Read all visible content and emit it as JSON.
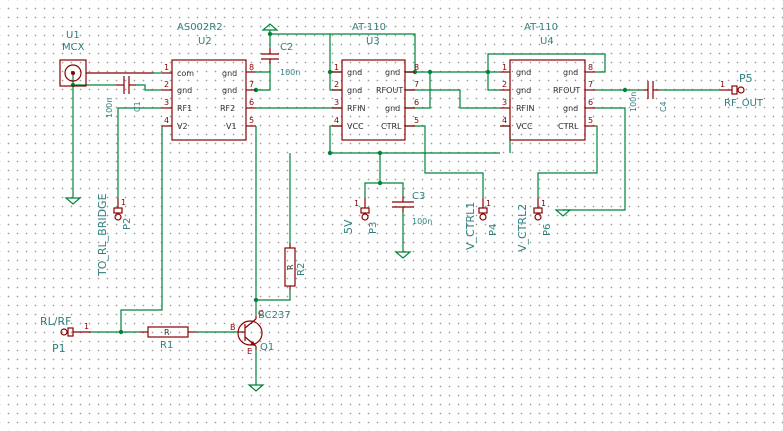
{
  "components": {
    "U1": {
      "ref": "U1",
      "value": "MCX"
    },
    "U2": {
      "ref": "U2",
      "value": "AS002R2",
      "pins": {
        "p1": "1",
        "p2": "2",
        "p3": "3",
        "p4": "4",
        "p5": "5",
        "p6": "6",
        "p7": "7",
        "p8": "8"
      },
      "labels": {
        "com": "com",
        "gnd_a": "gnd",
        "rf1": "RF1",
        "v2": "V2",
        "gnd_b": "gnd",
        "gnd_c": "gnd",
        "rf2": "RF2",
        "v1": "V1"
      }
    },
    "U3": {
      "ref": "U3",
      "value": "AT-110",
      "pins": {
        "p1": "1",
        "p2": "2",
        "p3": "3",
        "p4": "4",
        "p5": "5",
        "p6": "6",
        "p7": "7",
        "p8": "8"
      },
      "labels": {
        "gnd_a": "gnd",
        "gnd_b": "gnd",
        "rfin": "RFIN",
        "vcc": "VCC",
        "gnd_c": "gnd",
        "rfout": "RFOUT",
        "gnd_d": "gnd",
        "ctrl": "CTRL"
      }
    },
    "U4": {
      "ref": "U4",
      "value": "AT-110",
      "pins": {
        "p1": "1",
        "p2": "2",
        "p3": "3",
        "p4": "4",
        "p5": "5",
        "p6": "6",
        "p7": "7",
        "p8": "8"
      },
      "labels": {
        "gnd_a": "gnd",
        "gnd_b": "gnd",
        "rfin": "RFIN",
        "vcc": "VCC",
        "gnd_c": "gnd",
        "rfout": "RFOUT",
        "gnd_d": "gnd",
        "ctrl": "CTRL"
      }
    },
    "C1": {
      "ref": "C1",
      "value": "100n"
    },
    "C2": {
      "ref": "C2",
      "value": "100n"
    },
    "C3": {
      "ref": "C3",
      "value": "100n"
    },
    "C4": {
      "ref": "C4",
      "value": "100n"
    },
    "R1": {
      "ref": "R1",
      "value": "R"
    },
    "R2": {
      "ref": "R2",
      "value": "R"
    },
    "Q1": {
      "ref": "Q1",
      "value": "BC237",
      "pins": {
        "b": "B",
        "c": "C",
        "e": "E"
      }
    },
    "P1": {
      "ref": "P1",
      "value": "RL/RF",
      "pin": "1"
    },
    "P2": {
      "ref": "P2",
      "value": "TO_RL_BRIDGE",
      "pin": "1"
    },
    "P3": {
      "ref": "P3",
      "value": "5V",
      "pin": "1"
    },
    "P4": {
      "ref": "P4",
      "value": "V_CTRL1",
      "pin": "1"
    },
    "P5": {
      "ref": "P5",
      "value": "RF_OUT",
      "pin": "1"
    },
    "P6": {
      "ref": "P6",
      "value": "V_CTRL2",
      "pin": "1"
    }
  },
  "colors": {
    "wire": "#00843a",
    "component": "#8b0000",
    "label": "#2f7f7f",
    "grid": "#9a9a9a"
  }
}
